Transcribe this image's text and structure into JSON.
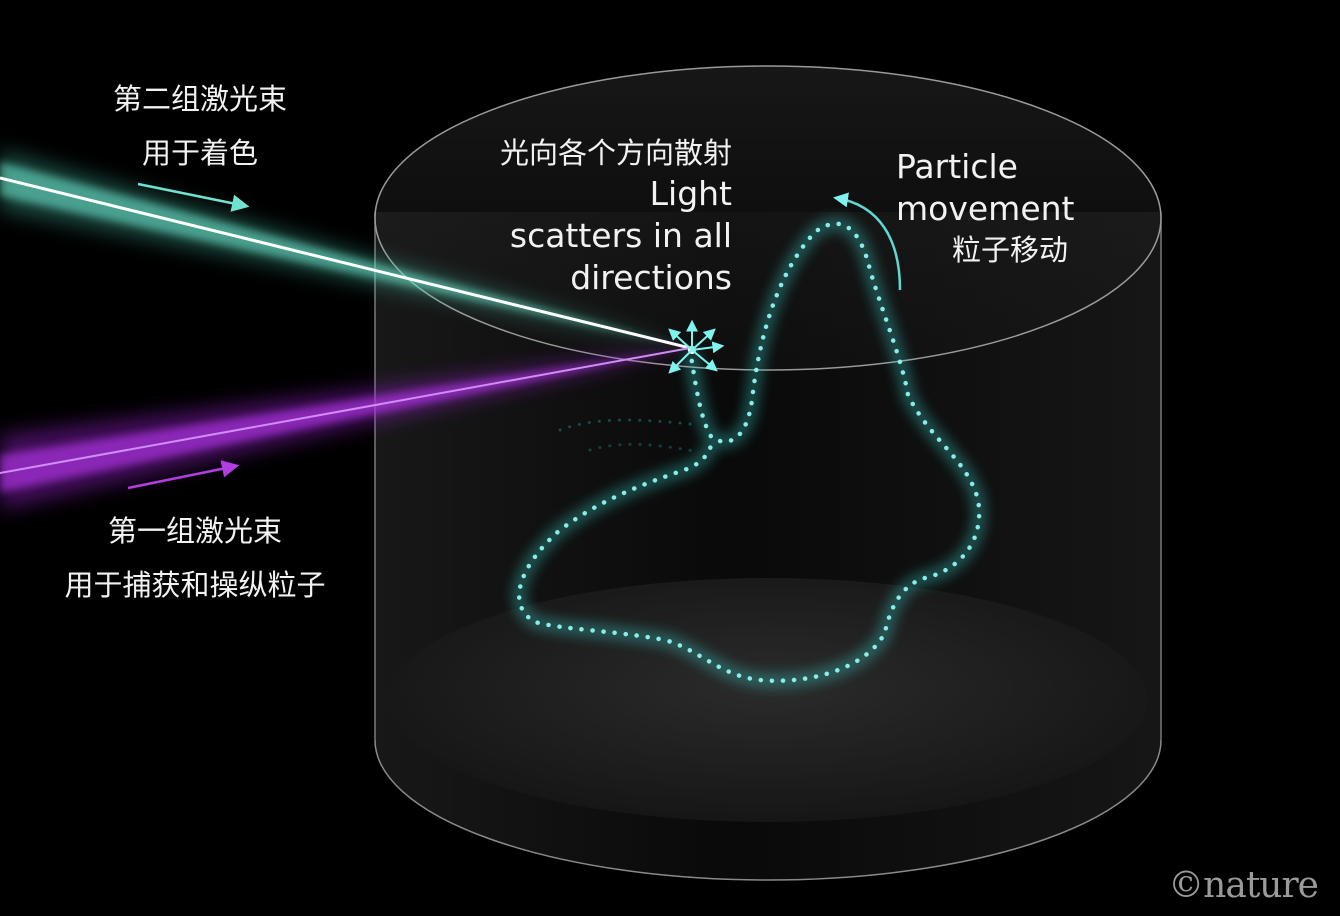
{
  "labels": {
    "beam2_cn_line1": "第二组激光束",
    "beam2_cn_line2": "用于着色",
    "scatter_cn": "光向各个方向散射",
    "scatter_en_line1": "Light",
    "scatter_en_line2": "scatters in all",
    "scatter_en_line3": "directions",
    "particle_en_line1": "Particle",
    "particle_en_line2": "movement",
    "particle_cn": "粒子移动",
    "beam1_cn_line1": "第一组激光束",
    "beam1_cn_line2": "用于捕获和操纵粒子"
  },
  "watermark": "©nature",
  "colors": {
    "background": "#000000",
    "teal_beam": "#5fe0c8",
    "violet_beam": "#a52ad8",
    "particle_dots": "#7ff3f0",
    "cylinder_edge": "#8a8a8a"
  },
  "icons": [
    "arrow-right-icon",
    "scatter-arrows-icon",
    "curved-arrow-icon"
  ]
}
